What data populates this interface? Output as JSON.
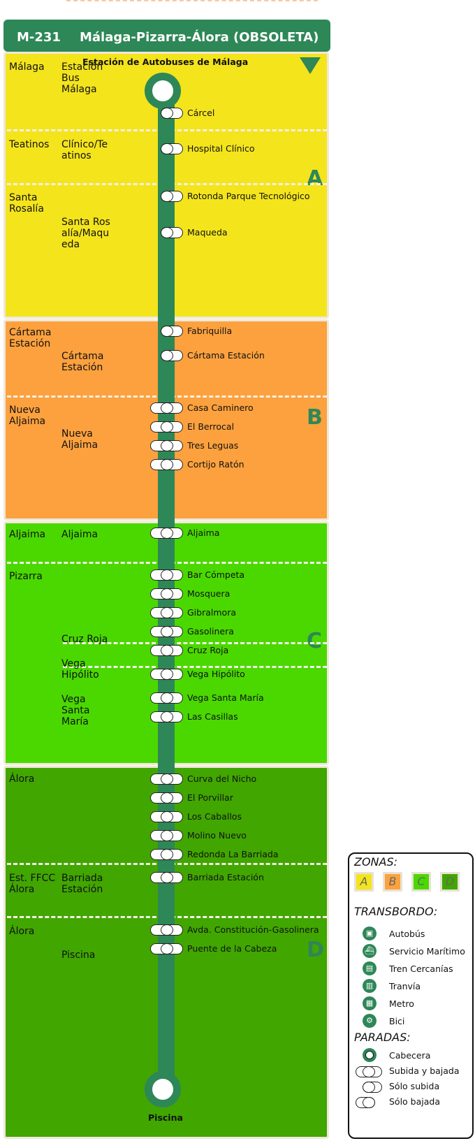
{
  "header": {
    "code": "M-231",
    "name": "Málaga-Pizarra-Álora (OBSOLETA)"
  },
  "colors": {
    "route": "#2e8757",
    "zone_a": "#f4e41c",
    "zone_b": "#fca13e",
    "zone_c": "#4ad800",
    "zone_d": "#41a600"
  },
  "direction_icon": "triangle-down-icon",
  "terminals": {
    "start": "Estación de Autobuses de Málaga",
    "end": "Piscina"
  },
  "zones": [
    {
      "letter": "A"
    },
    {
      "letter": "B"
    },
    {
      "letter": "C"
    },
    {
      "letter": "D"
    }
  ],
  "municipalities": [
    "Málaga",
    "Teatinos",
    "Santa Rosalía",
    "Cártama Estación",
    "Nueva Aljaima",
    "Aljaima",
    "Pizarra",
    "Álora",
    "Est. FFCC Álora",
    "Álora"
  ],
  "localities": [
    "Estación Bus Málaga",
    "Clínico/Teatinos",
    "Santa Rosalía/Maqueda",
    "Cártama Estación",
    "Nueva Aljaima",
    "Aljaima",
    "Cruz Roja",
    "Vega Hipólito",
    "Vega Santa María",
    "Barriada Estación",
    "Piscina"
  ],
  "stops": [
    {
      "name": "Cárcel",
      "type": "drop"
    },
    {
      "name": "Hospital Clínico",
      "type": "drop"
    },
    {
      "name": "Rotonda Parque Tecnológico",
      "type": "drop"
    },
    {
      "name": "Maqueda",
      "type": "drop"
    },
    {
      "name": "Fabriquilla",
      "type": "drop"
    },
    {
      "name": "Cártama Estación",
      "type": "drop"
    },
    {
      "name": "Casa Caminero",
      "type": "both"
    },
    {
      "name": "El Berrocal",
      "type": "both"
    },
    {
      "name": "Tres Leguas",
      "type": "both"
    },
    {
      "name": "Cortijo Ratón",
      "type": "both"
    },
    {
      "name": "Aljaima",
      "type": "both"
    },
    {
      "name": "Bar Cómpeta",
      "type": "both"
    },
    {
      "name": "Mosquera",
      "type": "both"
    },
    {
      "name": "Gibralmora",
      "type": "both"
    },
    {
      "name": "Gasolinera",
      "type": "both"
    },
    {
      "name": "Cruz Roja",
      "type": "both"
    },
    {
      "name": "Vega Hipólito",
      "type": "both"
    },
    {
      "name": "Vega Santa María",
      "type": "both"
    },
    {
      "name": "Las Casillas",
      "type": "both"
    },
    {
      "name": "Curva del Nicho",
      "type": "both"
    },
    {
      "name": "El Porvillar",
      "type": "both"
    },
    {
      "name": "Los Caballos",
      "type": "both"
    },
    {
      "name": "Molino Nuevo",
      "type": "both"
    },
    {
      "name": "Redonda La Barriada",
      "type": "both"
    },
    {
      "name": "Barriada Estación",
      "type": "both"
    },
    {
      "name": "Avda. Constitución-Gasolinera",
      "type": "both"
    },
    {
      "name": "Puente de la Cabeza",
      "type": "both"
    }
  ],
  "legend": {
    "zones_title": "ZONAS:",
    "zone_labels": [
      "A",
      "B",
      "C",
      "D"
    ],
    "transfer_title": "TRANSBORDO:",
    "transfers": [
      {
        "label": "Autobús",
        "icon": "bus-icon"
      },
      {
        "label": "Servicio Marítimo",
        "icon": "ferry-icon"
      },
      {
        "label": "Tren Cercanías",
        "icon": "train-icon"
      },
      {
        "label": "Tranvía",
        "icon": "tram-icon"
      },
      {
        "label": "Metro",
        "icon": "metro-icon"
      },
      {
        "label": "Bici",
        "icon": "bike-icon"
      }
    ],
    "stops_title": "PARADAS:",
    "stop_types": [
      "Cabecera",
      "Subida y bajada",
      "Sólo subida",
      "Sólo bajada"
    ]
  }
}
